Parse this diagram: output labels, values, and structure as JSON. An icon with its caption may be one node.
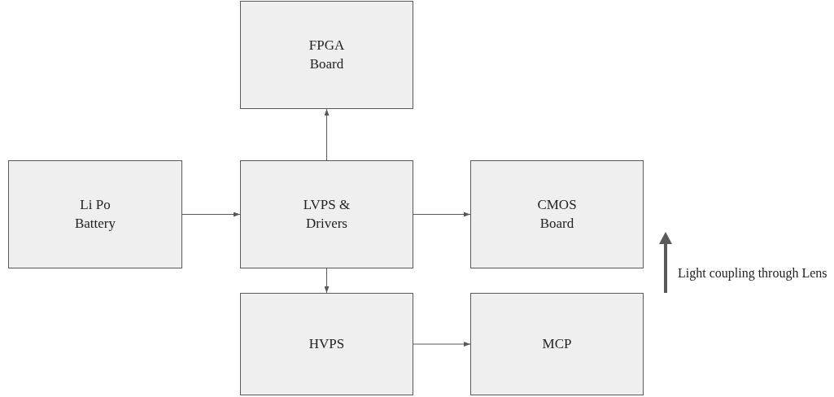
{
  "diagram": {
    "nodes": [
      {
        "text": [
          "FPGA Board"
        ]
      },
      {
        "text": [
          "Li Po Battery"
        ]
      },
      {
        "text": [
          "LVPS & Drivers"
        ]
      },
      {
        "text": [
          "CMOS Board"
        ]
      },
      {
        "text": [
          "HVPS"
        ]
      },
      {
        "text": [
          "MCP"
        ]
      }
    ],
    "edges": [
      {
        "from": 1,
        "to": 2,
        "arrow": "to"
      },
      {
        "from": 2,
        "to": 0,
        "arrow": "to"
      },
      {
        "from": 2,
        "to": 3,
        "arrow": "to"
      },
      {
        "from": 2,
        "to": 4,
        "arrow": "to"
      },
      {
        "from": 4,
        "to": 5,
        "arrow": "to"
      }
    ],
    "labels": [
      "Light coupling through Lens"
    ]
  }
}
